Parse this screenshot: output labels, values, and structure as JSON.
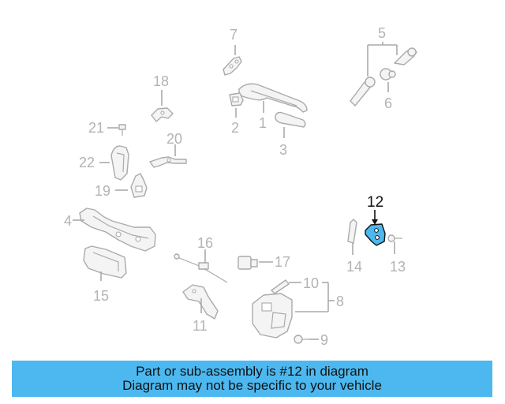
{
  "diagram": {
    "highlight_color": "#4cb8ef",
    "highlighted_part": "12",
    "callouts": [
      {
        "id": "1",
        "label": "1"
      },
      {
        "id": "2",
        "label": "2"
      },
      {
        "id": "3",
        "label": "3"
      },
      {
        "id": "4",
        "label": "4"
      },
      {
        "id": "5",
        "label": "5"
      },
      {
        "id": "6",
        "label": "6"
      },
      {
        "id": "7",
        "label": "7"
      },
      {
        "id": "8",
        "label": "8"
      },
      {
        "id": "9",
        "label": "9"
      },
      {
        "id": "10",
        "label": "10"
      },
      {
        "id": "11",
        "label": "11"
      },
      {
        "id": "12",
        "label": "12"
      },
      {
        "id": "13",
        "label": "13"
      },
      {
        "id": "14",
        "label": "14"
      },
      {
        "id": "15",
        "label": "15"
      },
      {
        "id": "16",
        "label": "16"
      },
      {
        "id": "17",
        "label": "17"
      },
      {
        "id": "18",
        "label": "18"
      },
      {
        "id": "19",
        "label": "19"
      },
      {
        "id": "20",
        "label": "20"
      },
      {
        "id": "21",
        "label": "21"
      },
      {
        "id": "22",
        "label": "22"
      }
    ]
  },
  "banner": {
    "background": "#4cb8ef",
    "line1": "Part or sub-assembly is #12 in diagram",
    "line2": "Diagram may not be specific to your vehicle"
  }
}
